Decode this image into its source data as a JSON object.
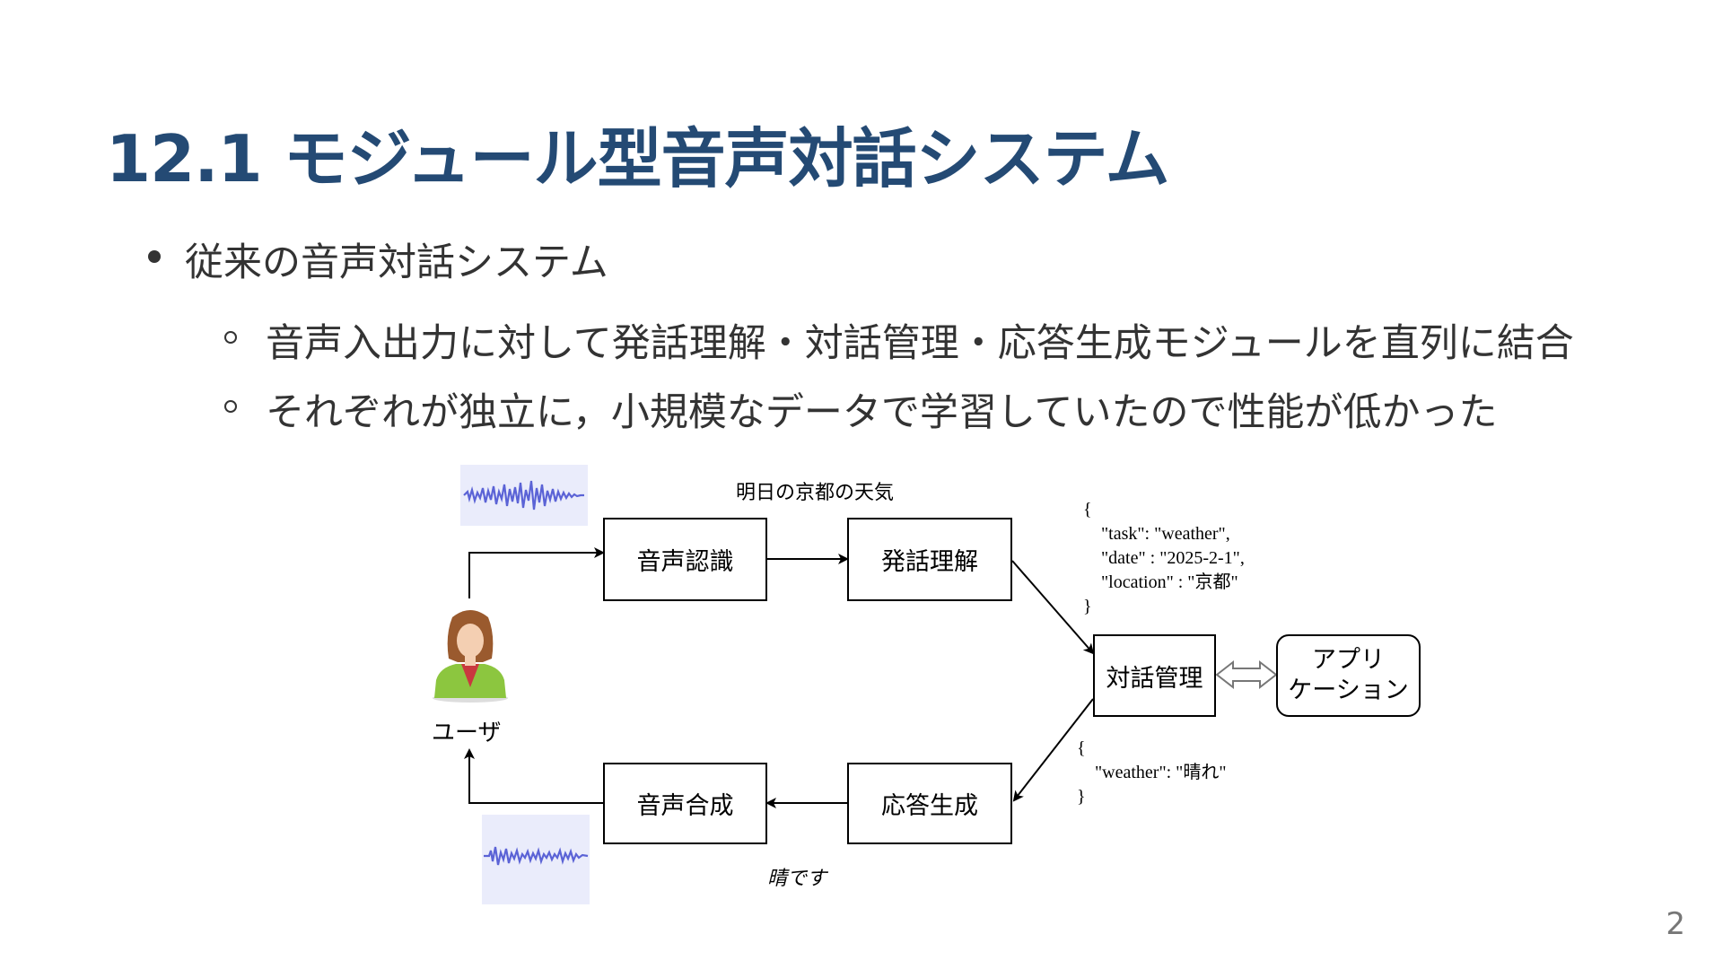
{
  "slide": {
    "title": "12.1 モジュール型音声対話システム",
    "bullet1": "従来の音声対話システム",
    "sub1": "音声入出力に対して発話理解・対話管理・応答生成モジュールを直列に結合",
    "sub2": "それぞれが独立に，小規模なデータで学習していたので性能が低かった",
    "page_number": "2"
  },
  "diagram": {
    "asr": "音声認識",
    "nlu": "発話理解",
    "dm": "対話管理",
    "app_line1": "アプリ",
    "app_line2": "ケーション",
    "nlg": "応答生成",
    "tts": "音声合成",
    "user_label": "ユーザ",
    "input_utterance": "明日の京都の天気",
    "output_utterance": "晴です",
    "nlu_json": "{\n    \"task\": \"weather\",\n    \"date\" : \"2025-2-1\",\n    \"location\" : \"京都\"\n}",
    "dm_json": "{\n    \"weather\": \"晴れ\"\n}"
  },
  "colors": {
    "title": "#244a74",
    "waveform": "#5b63d6",
    "waveform_bg": "#eaecfb",
    "user_jacket": "#8cc63f"
  }
}
